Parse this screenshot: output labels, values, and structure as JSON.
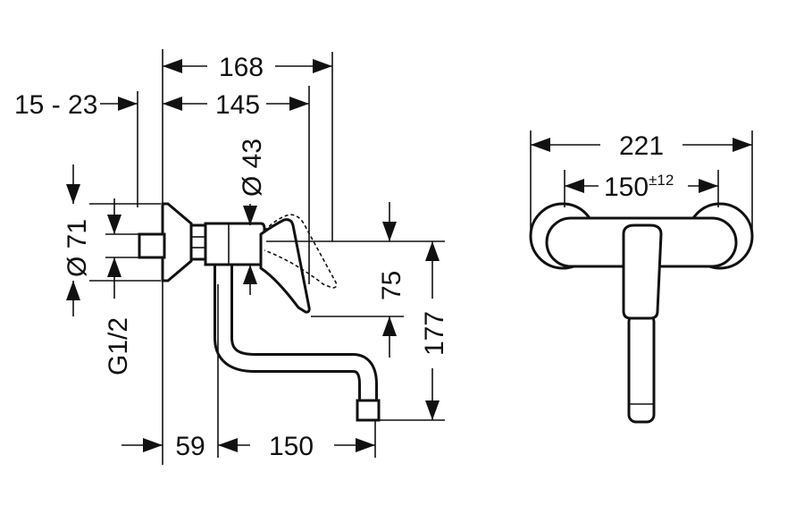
{
  "dimensions": {
    "d168": "168",
    "d145": "145",
    "d15_23": "15 - 23",
    "d43": "Ø 43",
    "d71": "Ø 71",
    "g12": "G1/2",
    "d75": "75",
    "d177": "177",
    "d59": "59",
    "d150": "150",
    "d221": "221",
    "d150tol": "150",
    "tol": "±12"
  },
  "colors": {
    "line": "#111111",
    "background": "#ffffff"
  }
}
